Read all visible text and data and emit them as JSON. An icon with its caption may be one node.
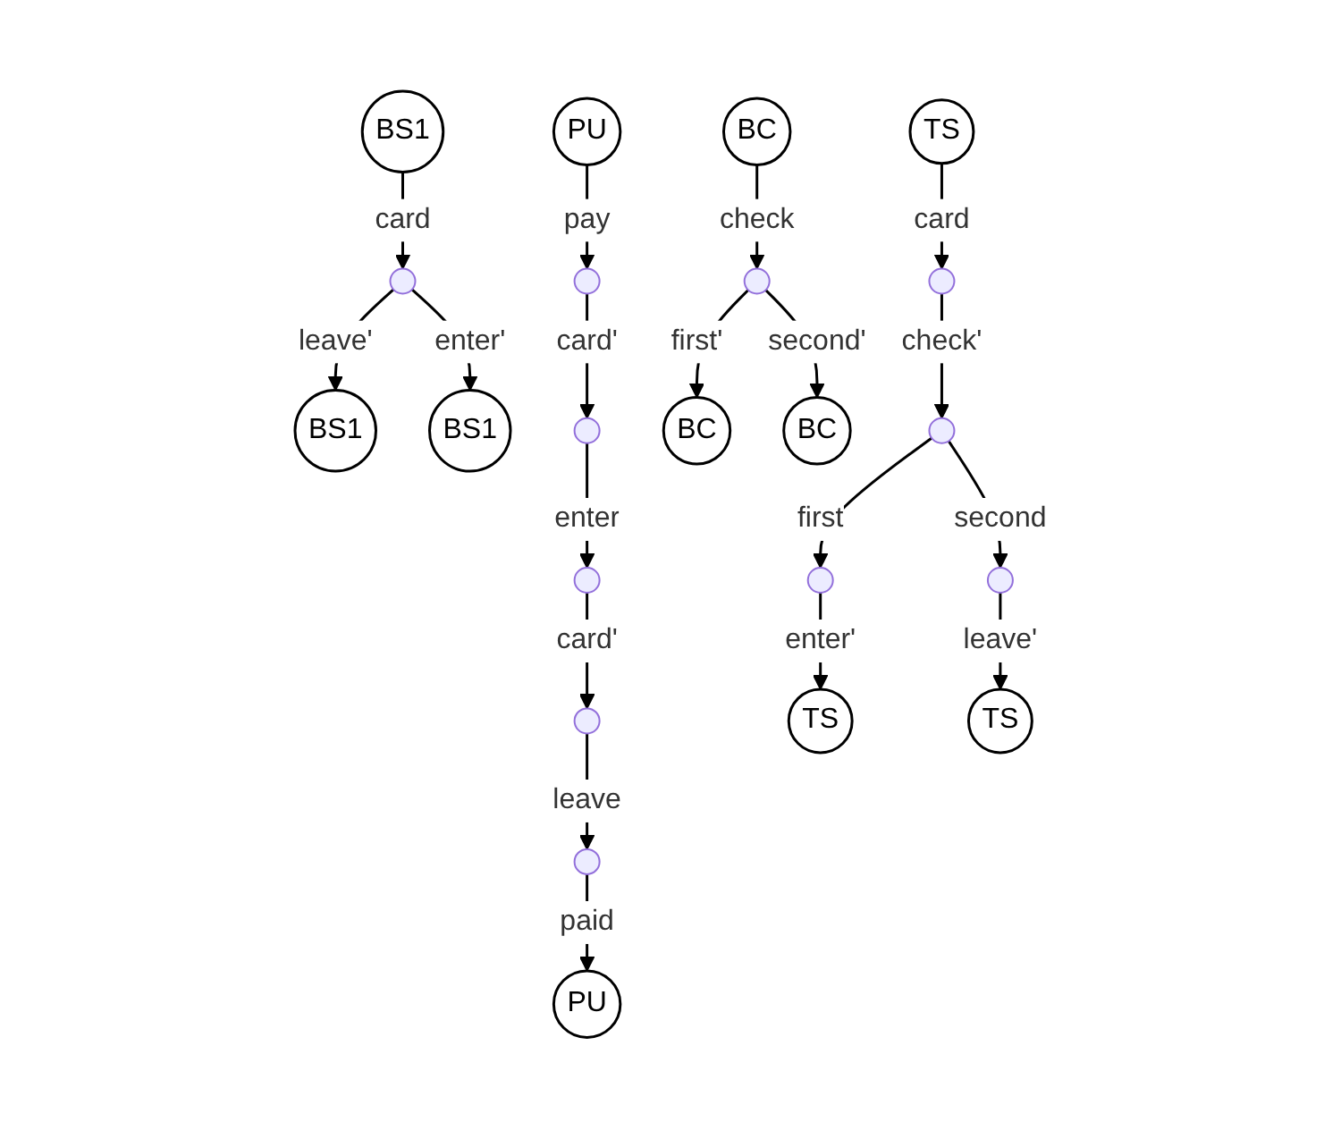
{
  "diagram": {
    "nodes": [
      {
        "text": [
          "BS1"
        ]
      },
      {
        "text": [],
        "shape": "circle"
      },
      {
        "text": [
          "BS1"
        ]
      },
      {
        "text": [
          "BS1"
        ]
      },
      {
        "text": [
          "PU"
        ]
      },
      {
        "text": [],
        "shape": "circle"
      },
      {
        "text": [],
        "shape": "circle"
      },
      {
        "text": [],
        "shape": "circle"
      },
      {
        "text": [],
        "shape": "circle"
      },
      {
        "text": [],
        "shape": "circle"
      },
      {
        "text": [
          "PU"
        ]
      },
      {
        "text": [
          "BC"
        ]
      },
      {
        "text": [],
        "shape": "circle"
      },
      {
        "text": [
          "BC"
        ]
      },
      {
        "text": [
          "BC"
        ]
      },
      {
        "text": [
          "TS"
        ]
      },
      {
        "text": [],
        "shape": "circle"
      },
      {
        "text": [],
        "shape": "circle"
      },
      {
        "text": [],
        "shape": "circle"
      },
      {
        "text": [],
        "shape": "circle"
      },
      {
        "text": [
          "TS"
        ]
      },
      {
        "text": [
          "TS"
        ]
      }
    ],
    "edges": [
      {
        "from": 0,
        "to": 1,
        "arrow": "to",
        "label": "card"
      },
      {
        "from": 1,
        "to": 2,
        "arrow": "to",
        "label": "leave'"
      },
      {
        "from": 1,
        "to": 3,
        "arrow": "to",
        "label": "enter'"
      },
      {
        "from": 4,
        "to": 5,
        "arrow": "to",
        "label": "pay"
      },
      {
        "from": 5,
        "to": 6,
        "arrow": "to",
        "label": "card'"
      },
      {
        "from": 6,
        "to": 7,
        "arrow": "to",
        "label": "enter"
      },
      {
        "from": 7,
        "to": 8,
        "arrow": "to",
        "label": "card'"
      },
      {
        "from": 8,
        "to": 9,
        "arrow": "to",
        "label": "leave"
      },
      {
        "from": 9,
        "to": 10,
        "arrow": "to",
        "label": "paid"
      },
      {
        "from": 11,
        "to": 12,
        "arrow": "to",
        "label": "check"
      },
      {
        "from": 12,
        "to": 13,
        "arrow": "to",
        "label": "first'"
      },
      {
        "from": 12,
        "to": 14,
        "arrow": "to",
        "label": "second'"
      },
      {
        "from": 15,
        "to": 16,
        "arrow": "to",
        "label": "card"
      },
      {
        "from": 16,
        "to": 17,
        "arrow": "to",
        "label": "check'"
      },
      {
        "from": 17,
        "to": 18,
        "arrow": "to",
        "label": "first"
      },
      {
        "from": 17,
        "to": 19,
        "arrow": "to",
        "label": "second"
      },
      {
        "from": 18,
        "to": 20,
        "arrow": "to",
        "label": "enter'"
      },
      {
        "from": 19,
        "to": 21,
        "arrow": "to",
        "label": "leave'"
      }
    ]
  }
}
